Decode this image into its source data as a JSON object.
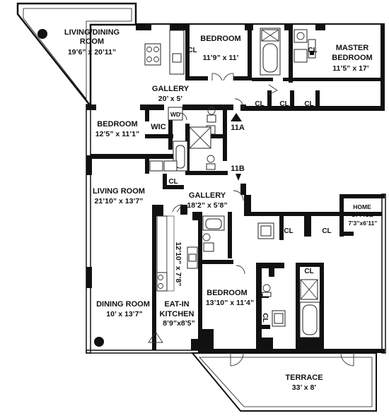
{
  "rooms": {
    "living_dining_top": {
      "name_line1": "LIVING/DINING",
      "name_line2": "ROOM",
      "dims": "19’6” x 20’11”"
    },
    "bedroom_top": {
      "name": "BEDROOM",
      "dims": "11’9” x 11’"
    },
    "master_bedroom": {
      "name_line1": "MASTER",
      "name_line2": "BEDROOM",
      "dims": "11’5” x 17’"
    },
    "gallery_top": {
      "name": "GALLERY",
      "dims": "20’ x 5’"
    },
    "bedroom_left": {
      "name": "BEDROOM",
      "dims": "12’5” x 11’1”"
    },
    "wic": {
      "name": "WIC"
    },
    "wd": {
      "name": "WD"
    },
    "living_room": {
      "name": "LIVING ROOM",
      "dims": "21’10” x 13’7”"
    },
    "gallery_mid": {
      "name": "GALLERY",
      "dims": "18’2” x 5’8”"
    },
    "home_office": {
      "name_line1": "HOME",
      "name_line2": "OFFICE",
      "dims": "7’3”x6’11”"
    },
    "kitchen_dims": "12’10” x 7’8”",
    "eat_in_kitchen": {
      "name_line1": "EAT-IN",
      "name_line2": "KITCHEN",
      "dims": "8’9”x8’5”"
    },
    "bedroom_bottom": {
      "name": "BEDROOM",
      "dims": "13’10” x 11’4”"
    },
    "dining_room": {
      "name": "DINING ROOM",
      "dims": "10’ x 13’7”"
    },
    "terrace": {
      "name": "TERRACE",
      "dims": "33’ x 8’"
    }
  },
  "closet_label": "CL",
  "entries": {
    "a": "11A",
    "b": "11B"
  }
}
